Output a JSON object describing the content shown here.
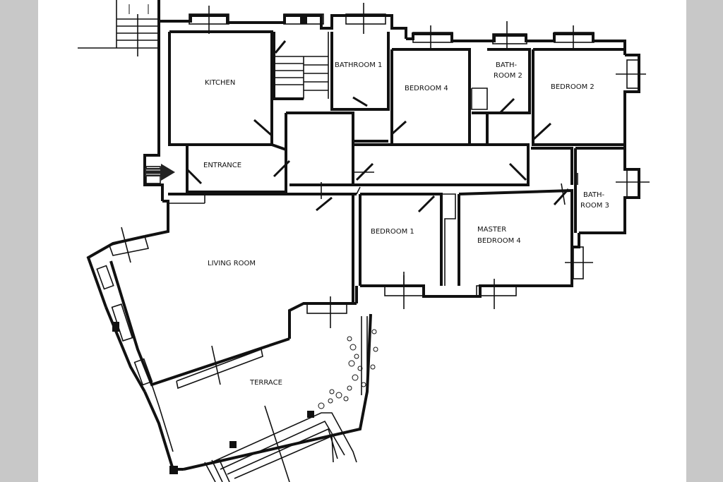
{
  "plan": {
    "rooms": {
      "kitchen": "KITCHEN",
      "entrance": "ENTRANCE",
      "bathroom1": "BATHROOM 1",
      "bedroom4": "BEDROOM 4",
      "bathroom2_line1": "BATH-",
      "bathroom2_line2": "ROOM 2",
      "bedroom2": "BEDROOM 2",
      "bathroom3_line1": "BATH-",
      "bathroom3_line2": "ROOM 3",
      "living_room": "LIVING ROOM",
      "bedroom1": "BEDROOM 1",
      "master_line1": "MASTER",
      "master_line2": "BEDROOM 4",
      "terrace": "TERRACE"
    }
  }
}
